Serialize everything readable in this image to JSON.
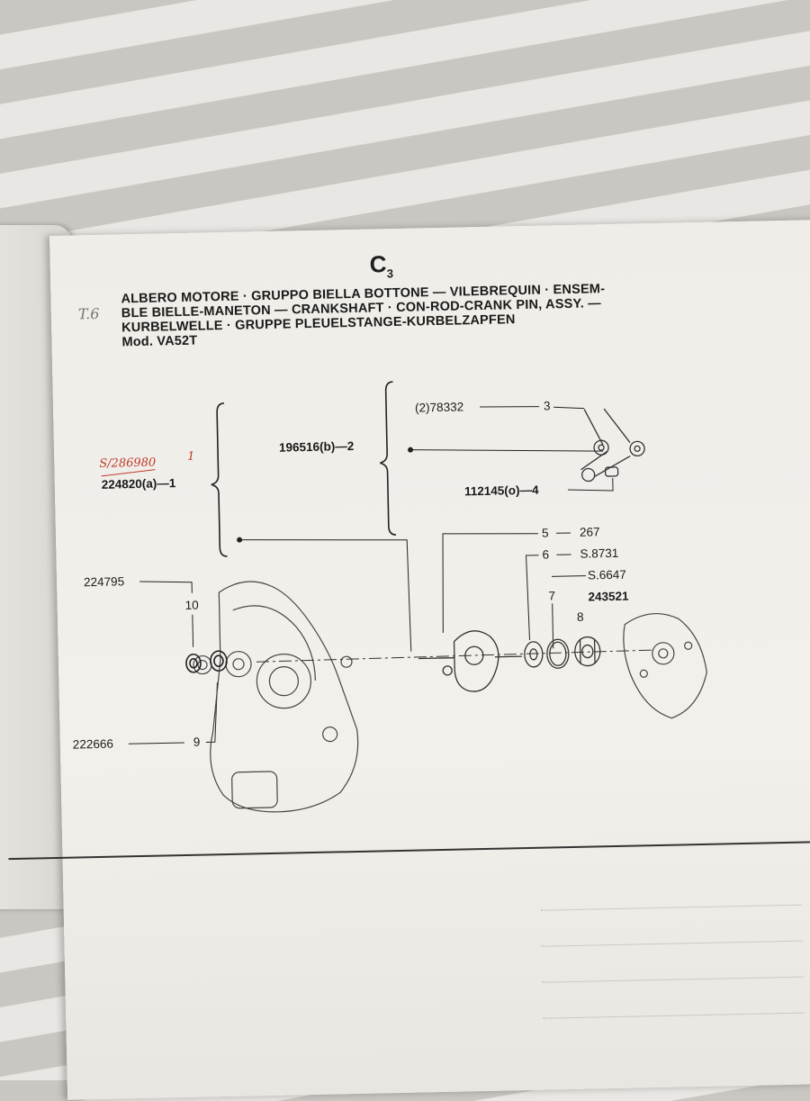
{
  "page": {
    "section_code": "C",
    "section_sub": "3",
    "margin_note": "T.6",
    "title_lines": [
      "ALBERO MOTORE · GRUPPO BIELLA BOTTONE — VILEBREQUIN · ENSEM-",
      "BLE BIELLE-MANETON — CRANKSHAFT · CON-ROD-CRANK PIN, ASSY. —",
      "KURBELWELLE · GRUPPE PLEUELSTANGE-KURBELZAPFEN",
      "Mod. VA52T"
    ]
  },
  "parts": {
    "p1": "224820(a)—1",
    "p1_hand": "S/286980",
    "p1_hand_num": "1",
    "p2": "196516(b)—2",
    "p3_code": "(2)78332",
    "p3_num": "3",
    "p4": "112145(o)—4",
    "p5_num": "5",
    "p5_code": "267",
    "p6_num": "6",
    "p6_code": "S.8731",
    "p7_num": "7",
    "p7_code": "S.6647",
    "p8_num": "8",
    "p8_code": "243521",
    "p9_code": "222666",
    "p9_num": "9",
    "p10_code": "224795",
    "p10_num": "10"
  }
}
